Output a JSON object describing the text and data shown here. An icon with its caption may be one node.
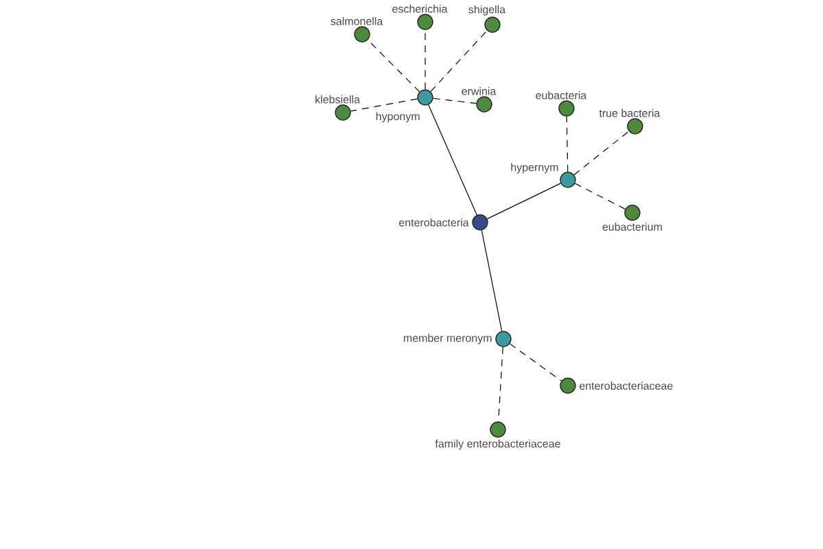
{
  "diagram": {
    "nodes": [
      {
        "text": [
          "salmonella"
        ]
      },
      {
        "text": [
          "escherichia"
        ]
      },
      {
        "text": [
          "shigella"
        ]
      },
      {
        "text": [
          "klebsiella"
        ]
      },
      {
        "text": [
          "hyponym"
        ]
      },
      {
        "text": [
          "erwinia"
        ]
      },
      {
        "text": [
          "eubacteria"
        ]
      },
      {
        "text": [
          "true bacteria"
        ]
      },
      {
        "text": [
          "hypernym"
        ]
      },
      {
        "text": [
          "eubacterium"
        ]
      },
      {
        "text": [
          "enterobacteria"
        ]
      },
      {
        "text": [
          "member meronym"
        ]
      },
      {
        "text": [
          "enterobacteriaceae"
        ]
      },
      {
        "text": [
          "family enterobacteriaceae"
        ]
      }
    ],
    "edges": [
      {
        "from": 10,
        "to": 4,
        "arrow": "none"
      },
      {
        "from": 10,
        "to": 8,
        "arrow": "none"
      },
      {
        "from": 10,
        "to": 11,
        "arrow": "none"
      },
      {
        "from": 4,
        "to": 0,
        "arrow": "none",
        "style": "dashed"
      },
      {
        "from": 4,
        "to": 1,
        "arrow": "none",
        "style": "dashed"
      },
      {
        "from": 4,
        "to": 2,
        "arrow": "none",
        "style": "dashed"
      },
      {
        "from": 4,
        "to": 3,
        "arrow": "none",
        "style": "dashed"
      },
      {
        "from": 4,
        "to": 5,
        "arrow": "none",
        "style": "dashed"
      },
      {
        "from": 8,
        "to": 6,
        "arrow": "none",
        "style": "dashed"
      },
      {
        "from": 8,
        "to": 7,
        "arrow": "none",
        "style": "dashed"
      },
      {
        "from": 8,
        "to": 9,
        "arrow": "none",
        "style": "dashed"
      },
      {
        "from": 11,
        "to": 12,
        "arrow": "none",
        "style": "dashed"
      },
      {
        "from": 11,
        "to": 13,
        "arrow": "none",
        "style": "dashed"
      }
    ]
  }
}
